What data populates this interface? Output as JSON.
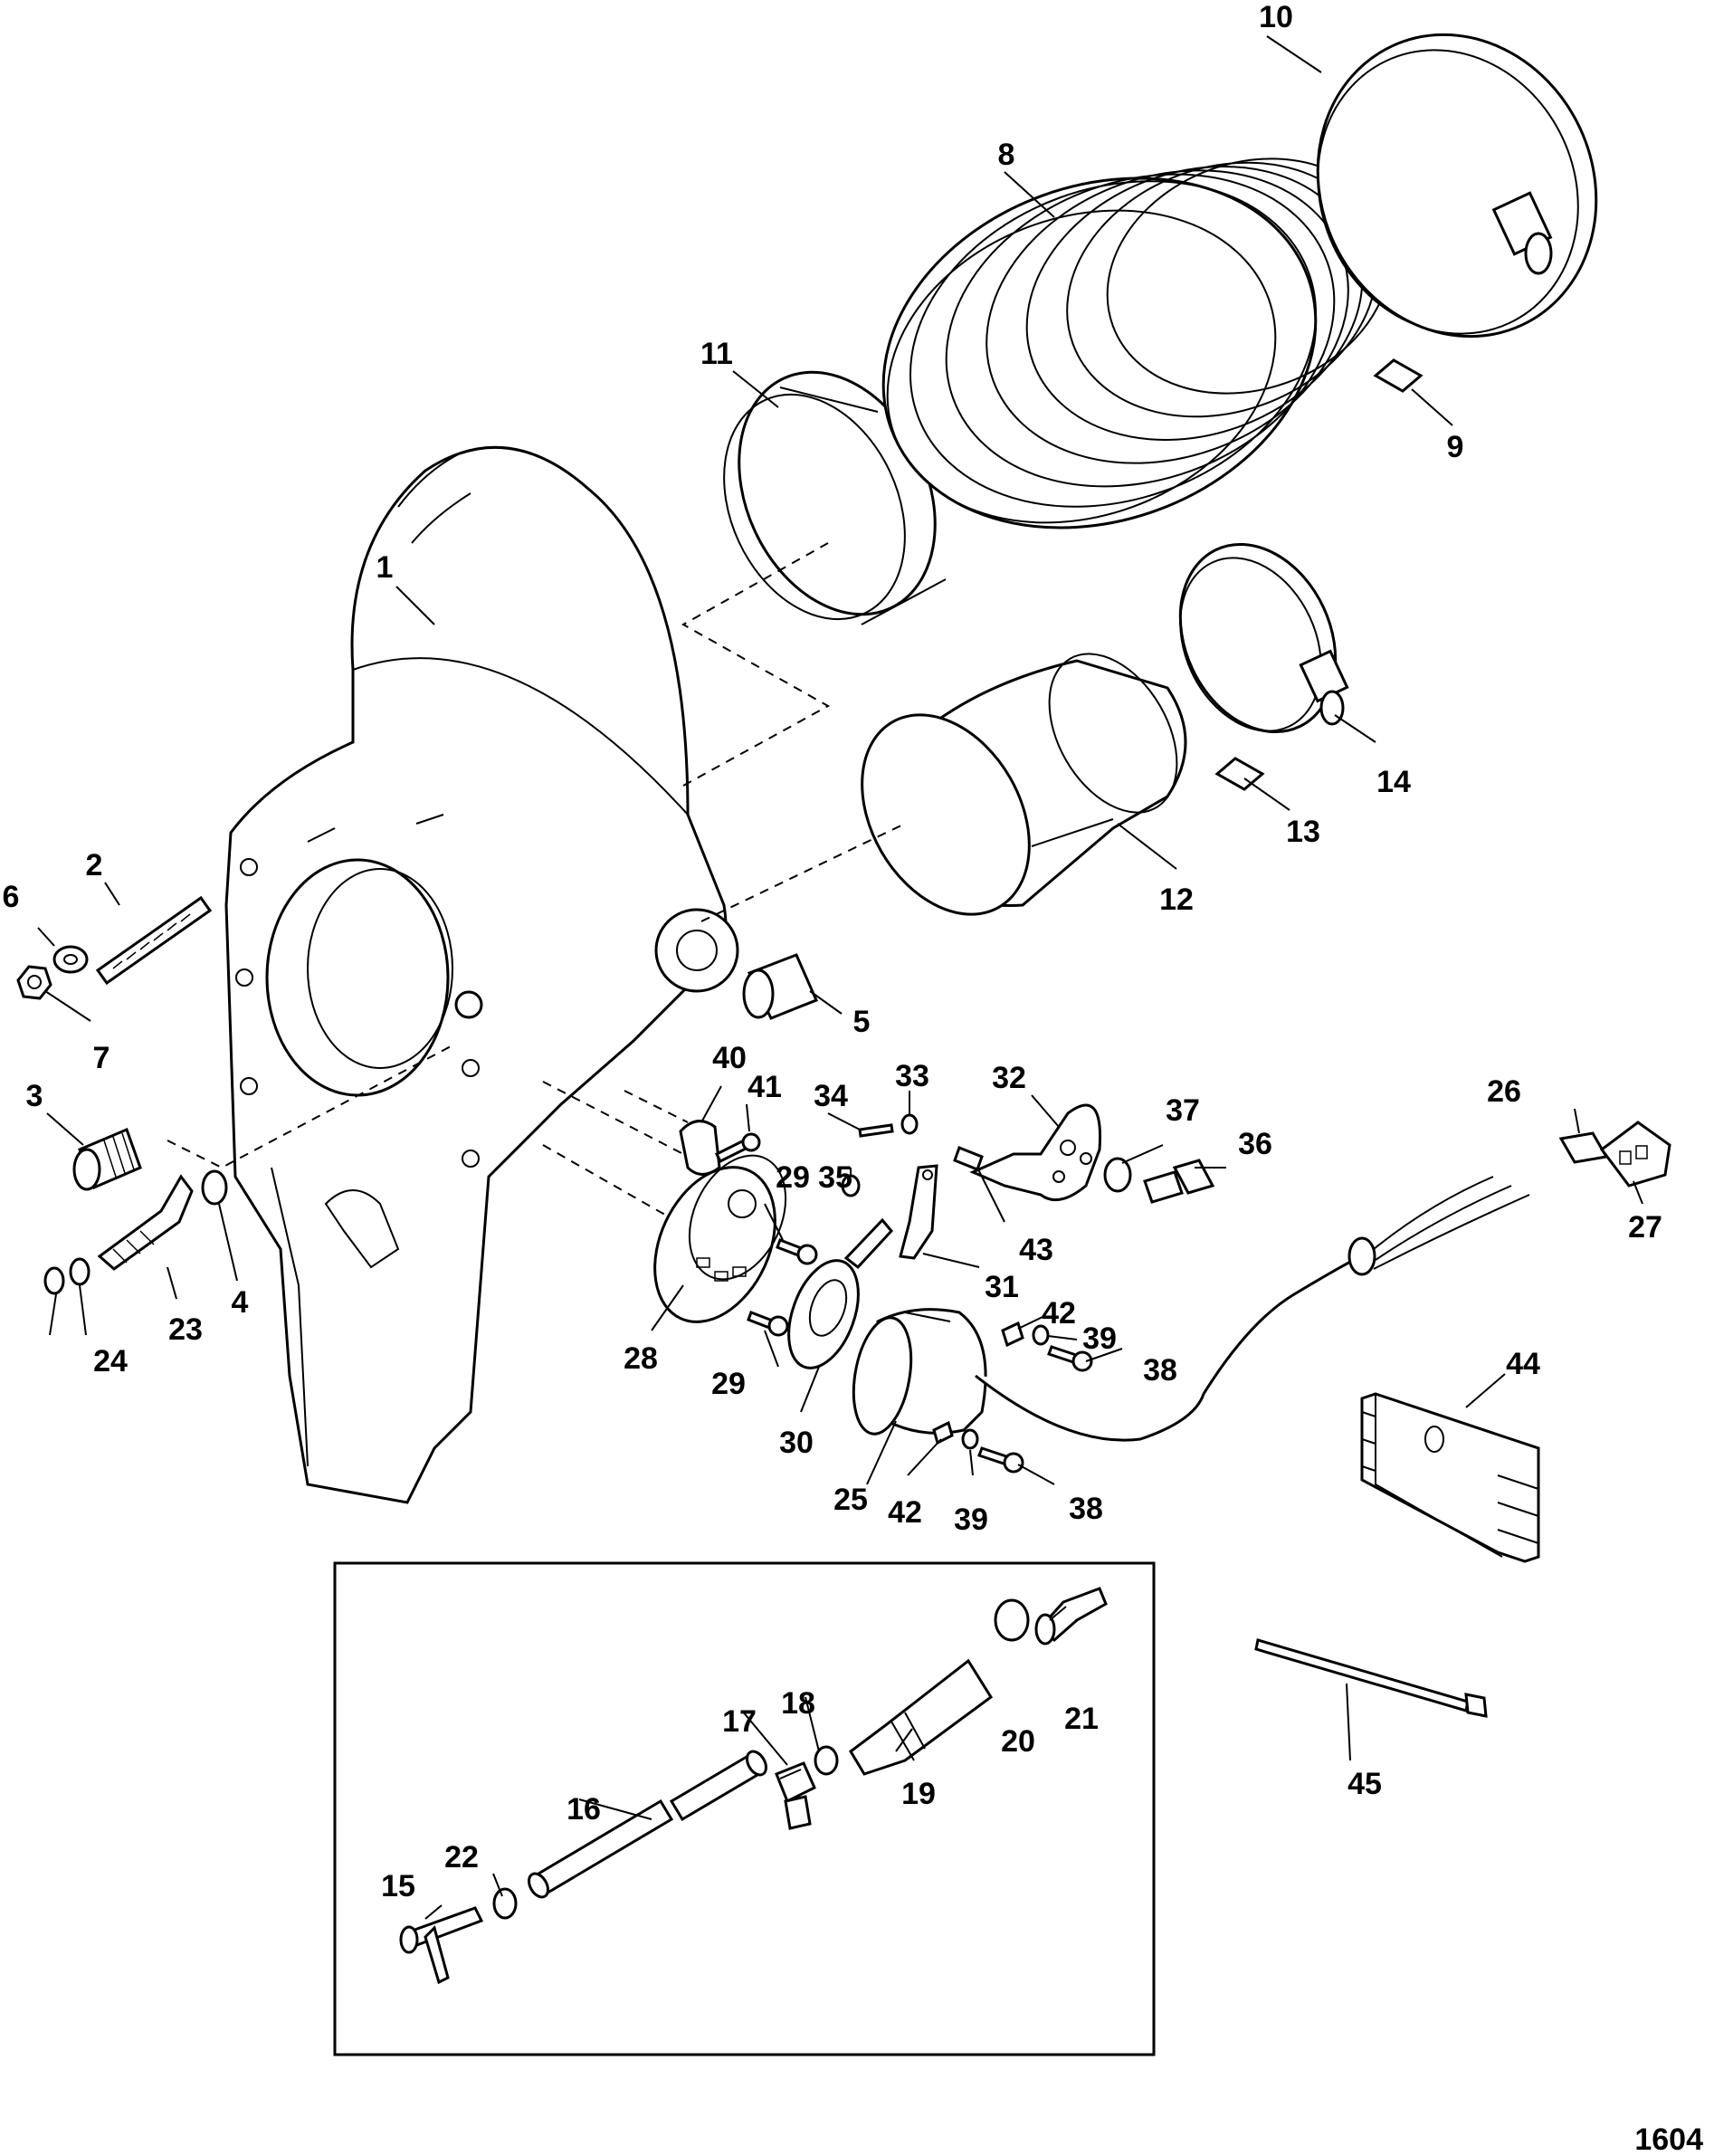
{
  "figure_number": "1604",
  "callouts": [
    {
      "id": "p1",
      "label": "1"
    },
    {
      "id": "p2",
      "label": "2"
    },
    {
      "id": "p3",
      "label": "3"
    },
    {
      "id": "p4",
      "label": "4"
    },
    {
      "id": "p5",
      "label": "5"
    },
    {
      "id": "p6",
      "label": "6"
    },
    {
      "id": "p7",
      "label": "7"
    },
    {
      "id": "p8",
      "label": "8"
    },
    {
      "id": "p9",
      "label": "9"
    },
    {
      "id": "p10",
      "label": "10"
    },
    {
      "id": "p11",
      "label": "11"
    },
    {
      "id": "p12",
      "label": "12"
    },
    {
      "id": "p13",
      "label": "13"
    },
    {
      "id": "p14",
      "label": "14"
    },
    {
      "id": "p15",
      "label": "15"
    },
    {
      "id": "p16",
      "label": "16"
    },
    {
      "id": "p17",
      "label": "17"
    },
    {
      "id": "p18",
      "label": "18"
    },
    {
      "id": "p19",
      "label": "19"
    },
    {
      "id": "p20",
      "label": "20"
    },
    {
      "id": "p21",
      "label": "21"
    },
    {
      "id": "p22",
      "label": "22"
    },
    {
      "id": "p23",
      "label": "23"
    },
    {
      "id": "p24",
      "label": "24"
    },
    {
      "id": "p25",
      "label": "25"
    },
    {
      "id": "p26",
      "label": "26"
    },
    {
      "id": "p27",
      "label": "27"
    },
    {
      "id": "p28",
      "label": "28"
    },
    {
      "id": "p29a",
      "label": "29"
    },
    {
      "id": "p29b",
      "label": "29"
    },
    {
      "id": "p30",
      "label": "30"
    },
    {
      "id": "p31",
      "label": "31"
    },
    {
      "id": "p32",
      "label": "32"
    },
    {
      "id": "p33",
      "label": "33"
    },
    {
      "id": "p34",
      "label": "34"
    },
    {
      "id": "p35",
      "label": "35"
    },
    {
      "id": "p36",
      "label": "36"
    },
    {
      "id": "p37",
      "label": "37"
    },
    {
      "id": "p38a",
      "label": "38"
    },
    {
      "id": "p38b",
      "label": "38"
    },
    {
      "id": "p39a",
      "label": "39"
    },
    {
      "id": "p39b",
      "label": "39"
    },
    {
      "id": "p40",
      "label": "40"
    },
    {
      "id": "p41",
      "label": "41"
    },
    {
      "id": "p42a",
      "label": "42"
    },
    {
      "id": "p42b",
      "label": "42"
    },
    {
      "id": "p43",
      "label": "43"
    },
    {
      "id": "p44",
      "label": "44"
    },
    {
      "id": "p45",
      "label": "45"
    }
  ]
}
